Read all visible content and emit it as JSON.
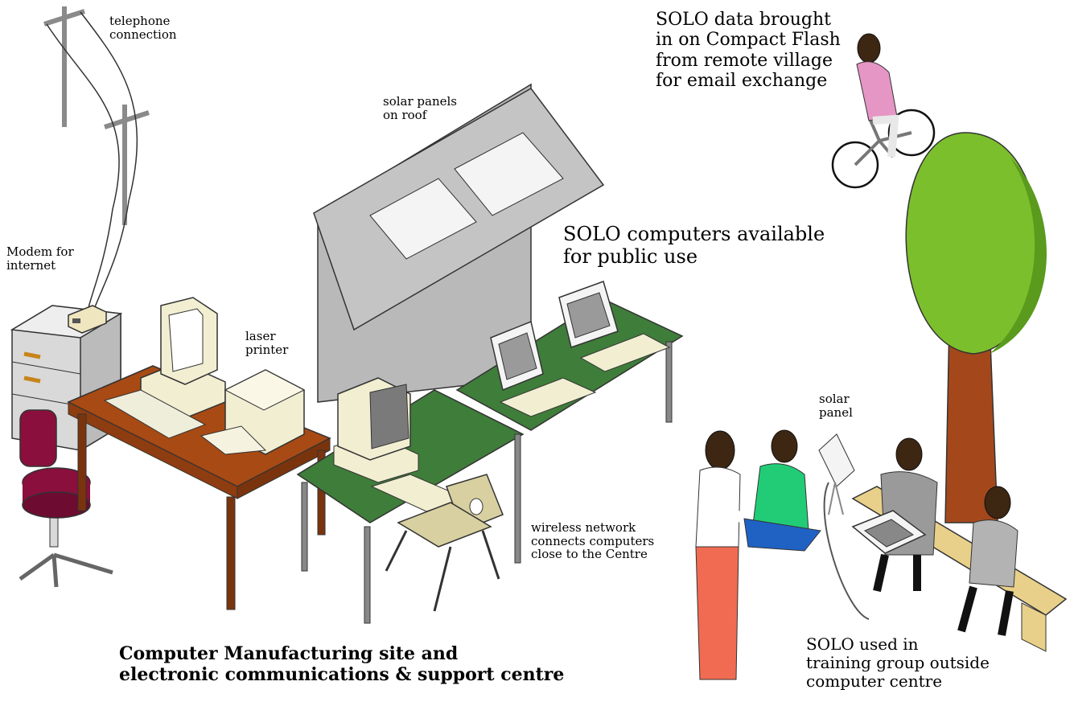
{
  "labels": {
    "telephone": "telephone\nconnection",
    "modem": "Modem for\ninternet",
    "laser_printer": "laser\nprinter",
    "solar_roof": "solar panels\non roof",
    "solo_bike": "SOLO data brought\nin on Compact Flash\nfrom remote village\nfor email exchange",
    "solo_public": "SOLO computers available\nfor public use",
    "solar_panel": "solar\npanel",
    "wireless": "wireless network\nconnects computers\nclose to the Centre",
    "solo_training": "SOLO used in\ntraining group outside\ncomputer centre",
    "caption": "Computer Manufacturing site and\nelectronic communications & support centre"
  },
  "colors": {
    "roof": "#c4c4c4",
    "wall": "#b9b9b9",
    "desk_wood": "#a84a14",
    "desk_green": "#3f7d3a",
    "tree_green": "#7cbf2c",
    "tree_trunk": "#a4481c",
    "stool": "#8a0f3c",
    "cream": "#f1eed2",
    "bench": "#e9d08a"
  },
  "icons": [
    "telephone-pole-icon",
    "modem-icon",
    "filing-cabinet-icon",
    "stool-icon",
    "desk-icon",
    "crt-monitor-icon",
    "laser-printer-icon",
    "solar-roof-icon",
    "green-table-icon",
    "tablet-computer-icon",
    "chair-icon",
    "cyclist-icon",
    "tree-icon",
    "woman-icon",
    "child-icon",
    "bench-icon",
    "solar-panel-icon"
  ]
}
